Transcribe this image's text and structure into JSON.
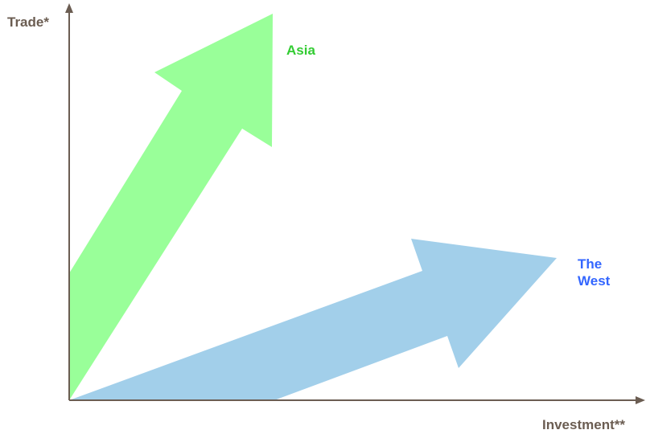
{
  "axes": {
    "y_label": "Trade*",
    "x_label": "Investment**",
    "axis_color": "#6b5d52",
    "label_color": "#6b5d52"
  },
  "arrows": [
    {
      "id": "asia",
      "label": "Asia",
      "fill_color": "#99ff99",
      "label_color": "#33cc33",
      "direction": "up-right, steep"
    },
    {
      "id": "west",
      "label_line1": "The",
      "label_line2": "West",
      "fill_color": "#a2cfea",
      "label_color": "#3366ff",
      "direction": "right, shallow"
    }
  ]
}
